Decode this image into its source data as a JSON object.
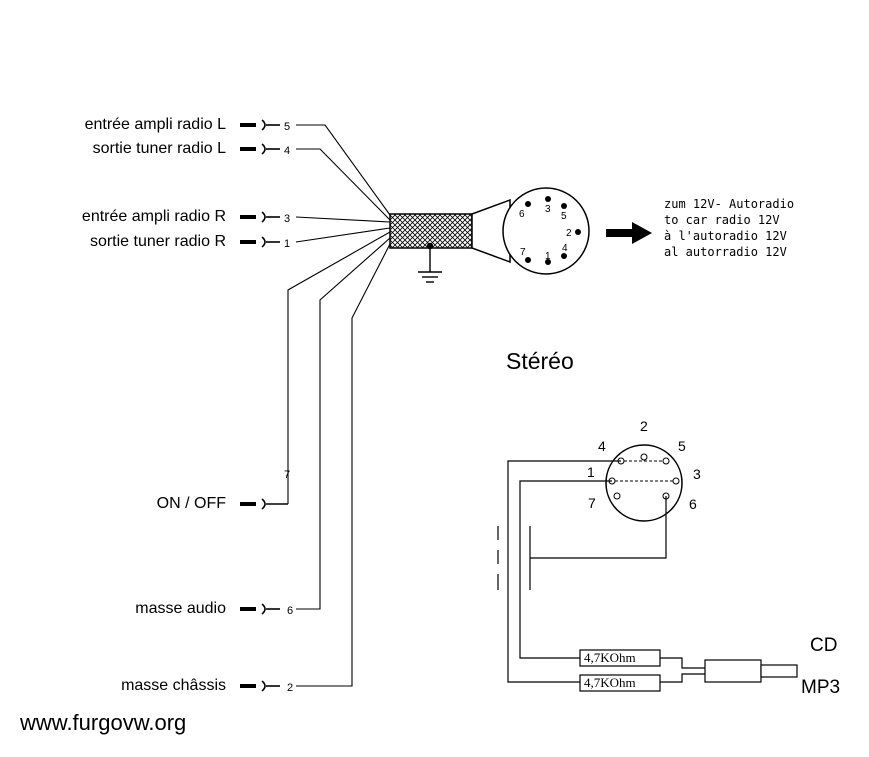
{
  "connector_labels": {
    "in_amp_l": "entrée ampli radio L",
    "out_tuner_l": "sortie tuner radio L",
    "in_amp_r": "entrée ampli radio R",
    "out_tuner_r": "sortie tuner radio R",
    "on_off": "ON / OFF",
    "gnd_audio": "masse audio",
    "gnd_chassis": "masse châssis"
  },
  "wire_numbers": {
    "in_amp_l": "5",
    "out_tuner_l": "4",
    "in_amp_r": "3",
    "out_tuner_r": "1",
    "on_off": "7",
    "gnd_audio": "6",
    "gnd_chassis": "2"
  },
  "din_top_pins": [
    "6",
    "3",
    "5",
    "2",
    "7",
    "1",
    "4"
  ],
  "arrow_target": {
    "line1": "zum 12V- Autoradio",
    "line2": "to car radio 12V",
    "line3": "à l'autoradio 12V",
    "line4": "al autorradio 12V"
  },
  "stereo_title": "Stéréo",
  "din_bottom_pins": [
    "2",
    "4",
    "5",
    "1",
    "3",
    "7",
    "6"
  ],
  "resistors": [
    "4,7KOhm",
    "4,7KOhm"
  ],
  "outputs": {
    "cd": "CD",
    "mp3": "MP3"
  },
  "watermark": "www.furgovw.org"
}
